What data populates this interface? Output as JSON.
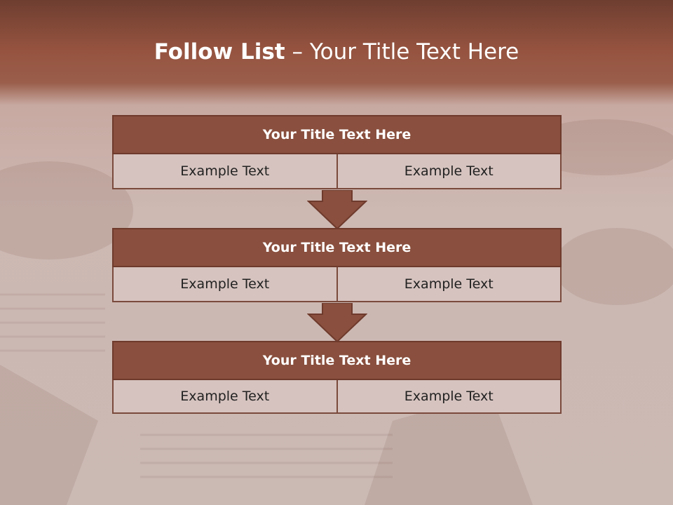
{
  "title": {
    "bold": "Follow List",
    "rest": " – Your Title Text Here"
  },
  "blocks": [
    {
      "header": "Your Title Text Here",
      "left": "Example Text",
      "right": "Example Text"
    },
    {
      "header": "Your Title Text Here",
      "left": "Example Text",
      "right": "Example Text"
    },
    {
      "header": "Your Title Text Here",
      "left": "Example Text",
      "right": "Example Text"
    }
  ],
  "colors": {
    "header_fill": "#8a4f3e",
    "cell_fill": "#d6c3bf",
    "arrow_fill": "#8a4f3e",
    "outline": "#6e3a2c"
  },
  "icons": [
    "down-arrow-icon",
    "down-arrow-icon"
  ]
}
